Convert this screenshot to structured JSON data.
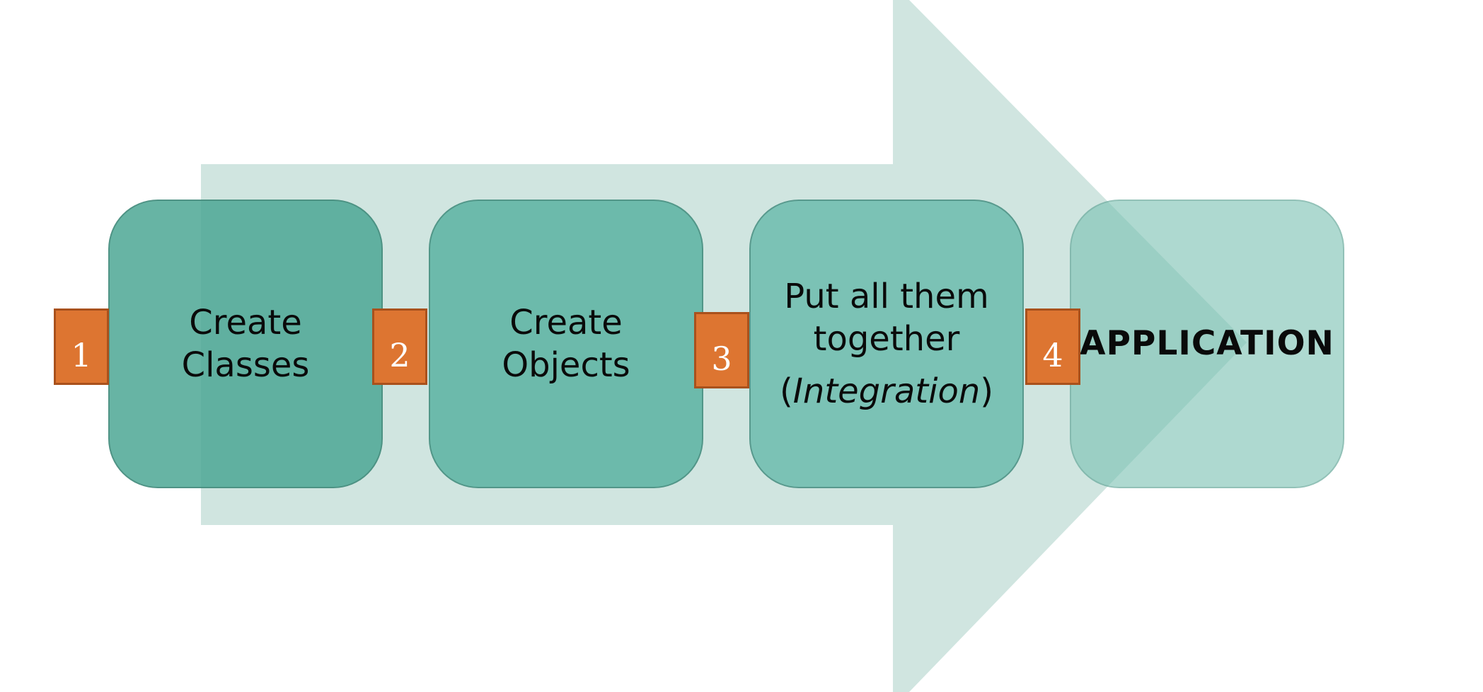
{
  "steps": [
    {
      "number": "1",
      "lines": [
        "Create",
        "Classes"
      ]
    },
    {
      "number": "2",
      "lines": [
        "Create",
        "Objects"
      ]
    },
    {
      "number": "3",
      "lines": [
        "Put all them",
        "together"
      ],
      "extra_open": "(",
      "extra_italic": "Integration",
      "extra_close": ")"
    },
    {
      "number": "4",
      "lines": [
        "APPLICATION"
      ]
    }
  ],
  "colors": {
    "arrow": "#d0e5e0",
    "box1": "#5cae9e",
    "box2": "#6cbaab",
    "box3": "#7bc2b5",
    "box4": "#a9d7cd",
    "badge": "#dd7531",
    "badge_border": "#a9511c"
  }
}
